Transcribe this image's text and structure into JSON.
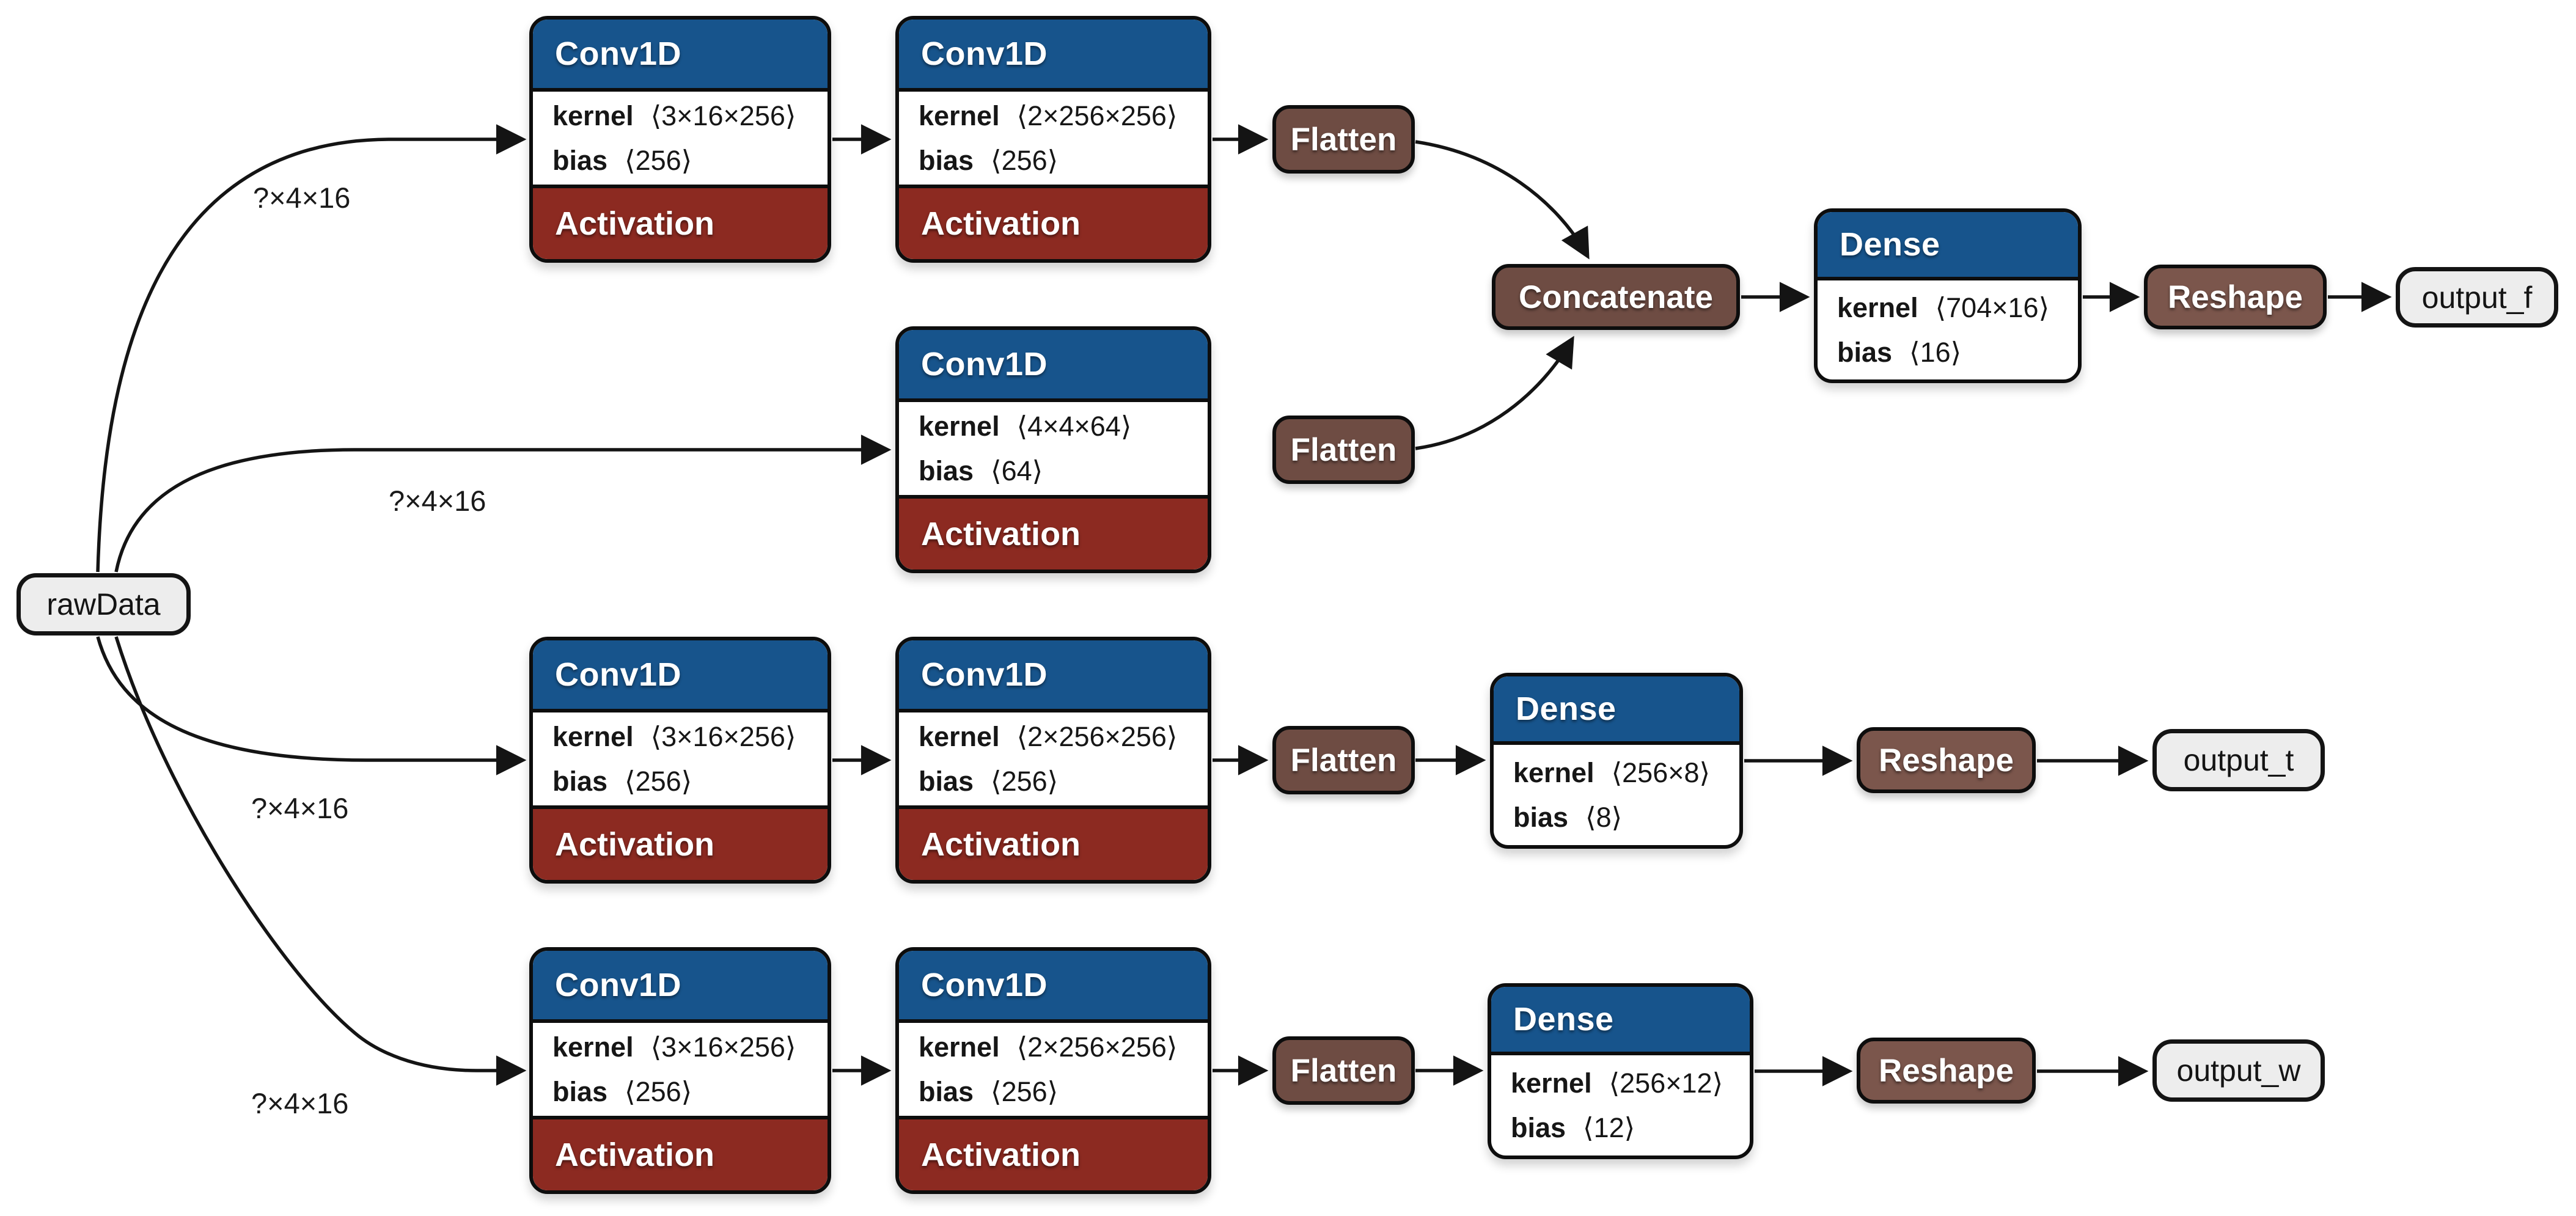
{
  "colors": {
    "layer_header_blue": "#17548c",
    "activation_red": "#8c2a21",
    "op_brown": "#6e4c43",
    "reshape_brown": "#7b564c",
    "io_node_fill": "#ededed",
    "outline_black": "#0d0d0d",
    "edge_black": "#141414",
    "canvas_white": "#ffffff"
  },
  "edge_label": "?×4×16",
  "nodes": {
    "raw_data": {
      "label": "rawData"
    },
    "conv_a1": {
      "title": "Conv1D",
      "params": [
        {
          "k": "kernel",
          "v": "⟨3×16×256⟩"
        },
        {
          "k": "bias",
          "v": "⟨256⟩"
        }
      ],
      "footer": "Activation"
    },
    "conv_a2": {
      "title": "Conv1D",
      "params": [
        {
          "k": "kernel",
          "v": "⟨2×256×256⟩"
        },
        {
          "k": "bias",
          "v": "⟨256⟩"
        }
      ],
      "footer": "Activation"
    },
    "flatten_a": {
      "label": "Flatten"
    },
    "conv_b": {
      "title": "Conv1D",
      "params": [
        {
          "k": "kernel",
          "v": "⟨4×4×64⟩"
        },
        {
          "k": "bias",
          "v": "⟨64⟩"
        }
      ],
      "footer": "Activation"
    },
    "flatten_b": {
      "label": "Flatten"
    },
    "concatenate": {
      "label": "Concatenate"
    },
    "dense_f": {
      "title": "Dense",
      "params": [
        {
          "k": "kernel",
          "v": "⟨704×16⟩"
        },
        {
          "k": "bias",
          "v": "⟨16⟩"
        }
      ]
    },
    "reshape_f": {
      "label": "Reshape"
    },
    "output_f": {
      "label": "output_f"
    },
    "conv_c1": {
      "title": "Conv1D",
      "params": [
        {
          "k": "kernel",
          "v": "⟨3×16×256⟩"
        },
        {
          "k": "bias",
          "v": "⟨256⟩"
        }
      ],
      "footer": "Activation"
    },
    "conv_c2": {
      "title": "Conv1D",
      "params": [
        {
          "k": "kernel",
          "v": "⟨2×256×256⟩"
        },
        {
          "k": "bias",
          "v": "⟨256⟩"
        }
      ],
      "footer": "Activation"
    },
    "flatten_c": {
      "label": "Flatten"
    },
    "dense_t": {
      "title": "Dense",
      "params": [
        {
          "k": "kernel",
          "v": "⟨256×8⟩"
        },
        {
          "k": "bias",
          "v": "⟨8⟩"
        }
      ]
    },
    "reshape_t": {
      "label": "Reshape"
    },
    "output_t": {
      "label": "output_t"
    },
    "conv_d1": {
      "title": "Conv1D",
      "params": [
        {
          "k": "kernel",
          "v": "⟨3×16×256⟩"
        },
        {
          "k": "bias",
          "v": "⟨256⟩"
        }
      ],
      "footer": "Activation"
    },
    "conv_d2": {
      "title": "Conv1D",
      "params": [
        {
          "k": "kernel",
          "v": "⟨2×256×256⟩"
        },
        {
          "k": "bias",
          "v": "⟨256⟩"
        }
      ],
      "footer": "Activation"
    },
    "flatten_d": {
      "label": "Flatten"
    },
    "dense_w": {
      "title": "Dense",
      "params": [
        {
          "k": "kernel",
          "v": "⟨256×12⟩"
        },
        {
          "k": "bias",
          "v": "⟨12⟩"
        }
      ]
    },
    "reshape_w": {
      "label": "Reshape"
    },
    "output_w": {
      "label": "output_w"
    }
  },
  "connections": [
    {
      "from": "rawData",
      "to": "conv_a1",
      "label": "?×4×16"
    },
    {
      "from": "rawData",
      "to": "conv_b",
      "label": "?×4×16"
    },
    {
      "from": "rawData",
      "to": "conv_c1",
      "label": "?×4×16"
    },
    {
      "from": "rawData",
      "to": "conv_d1",
      "label": "?×4×16"
    },
    {
      "from": "conv_a1",
      "to": "conv_a2"
    },
    {
      "from": "conv_a2",
      "to": "flatten_a"
    },
    {
      "from": "flatten_a",
      "to": "concatenate"
    },
    {
      "from": "conv_b",
      "to": "flatten_b"
    },
    {
      "from": "flatten_b",
      "to": "concatenate"
    },
    {
      "from": "concatenate",
      "to": "dense_f"
    },
    {
      "from": "dense_f",
      "to": "reshape_f"
    },
    {
      "from": "reshape_f",
      "to": "output_f"
    },
    {
      "from": "conv_c1",
      "to": "conv_c2"
    },
    {
      "from": "conv_c2",
      "to": "flatten_c"
    },
    {
      "from": "flatten_c",
      "to": "dense_t"
    },
    {
      "from": "dense_t",
      "to": "reshape_t"
    },
    {
      "from": "reshape_t",
      "to": "output_t"
    },
    {
      "from": "conv_d1",
      "to": "conv_d2"
    },
    {
      "from": "conv_d2",
      "to": "flatten_d"
    },
    {
      "from": "flatten_d",
      "to": "dense_w"
    },
    {
      "from": "dense_w",
      "to": "reshape_w"
    },
    {
      "from": "reshape_w",
      "to": "output_w"
    }
  ]
}
